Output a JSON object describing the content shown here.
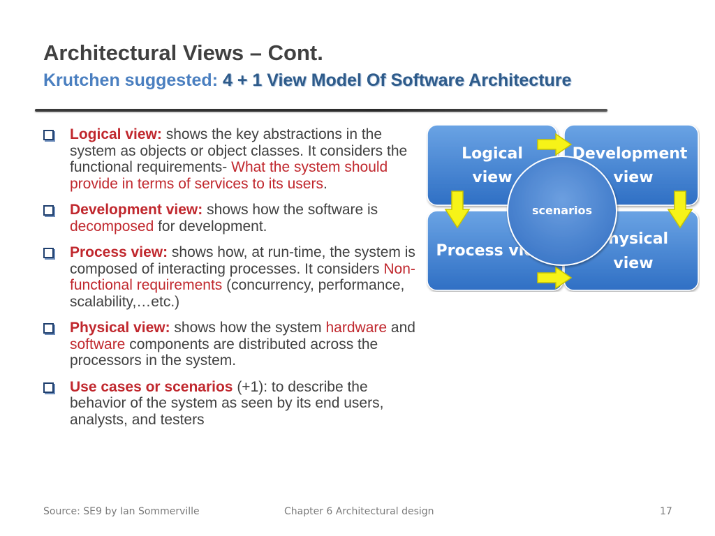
{
  "slide": {
    "title": "Architectural Views – Cont.",
    "subtitle_prefix": "Krutchen suggested: ",
    "subtitle_emphasis": "4 + 1 View Model Of Software Architecture"
  },
  "bullets": [
    {
      "term": "Logical view:",
      "text1": " shows the key abstractions in the system as objects or object classes. It considers the functional requirements- ",
      "highlight1": "What the system should provide in terms of services to its users",
      "text2": "."
    },
    {
      "term": "Development view:",
      "text1": " shows how the software is ",
      "highlight1": "decomposed",
      "text2": " for development."
    },
    {
      "term": "Process view:",
      "text1": " shows how, at run-time, the system is composed of interacting processes. It considers ",
      "highlight1": "Non-functional requirements",
      "text2": " (concurrency, performance, scalability,…etc.)"
    },
    {
      "term": "Physical view:",
      "text1": " shows how the system ",
      "highlight1": "hardware",
      "text2": " and ",
      "highlight2": "software",
      "text3": " components are distributed across the processors in the system."
    },
    {
      "term": "Use cases or scenarios",
      "text1": " (+1): to describe the behavior of the system as seen by its end users, analysts, and testers"
    }
  ],
  "diagram": {
    "boxes": {
      "logical": [
        "Logical",
        "view"
      ],
      "development": [
        "Development",
        "view"
      ],
      "process": [
        "Process view"
      ],
      "physical": [
        "Physical",
        "view"
      ]
    },
    "center": "scenarios",
    "colors": {
      "box_fill_top": "#6aa3e4",
      "box_fill_bottom": "#2f6fc4",
      "center_fill": "#4f8bd6",
      "arrow_fill": "#f6f318",
      "arrow_stroke": "#c8c300"
    }
  },
  "footer": {
    "source": "Source: SE9 by Ian Sommerville",
    "chapter": "Chapter 6 Architectural design",
    "page": "17"
  }
}
